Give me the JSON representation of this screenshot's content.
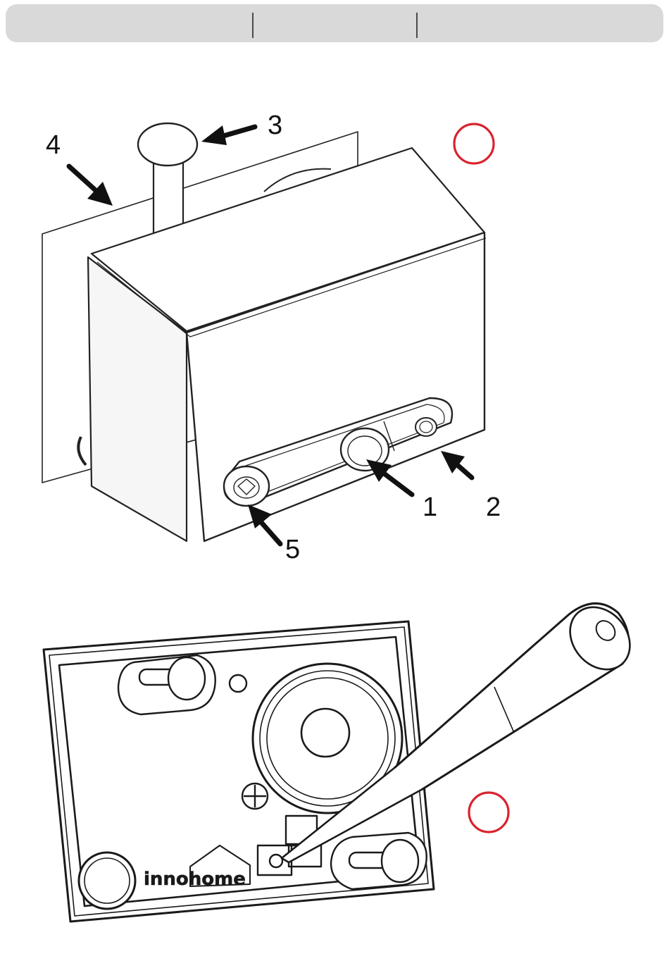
{
  "header": {
    "segments": [
      "",
      "",
      ""
    ]
  },
  "figure_top": {
    "callouts": [
      "1",
      "2",
      "3",
      "4",
      "5"
    ],
    "step_marker_color": "#d9232e"
  },
  "figure_bottom": {
    "logo": "innohome",
    "step_marker_color": "#d9232e"
  }
}
